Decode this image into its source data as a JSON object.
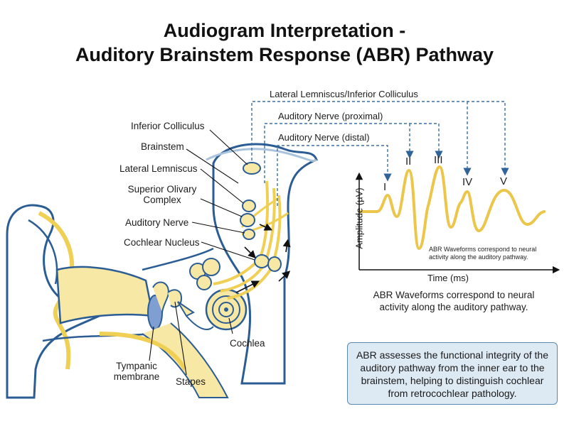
{
  "title": {
    "line1": "Audiogram Interpretation -",
    "line2": "Auditory Brainstem Response (ABR) Pathway"
  },
  "pathway_labels": {
    "lateral_lemniscus_ic": "Lateral Lemniscus/Inferior Colliculus",
    "auditory_nerve_proximal": "Auditory Nerve (proximal)",
    "auditory_nerve_distal": "Auditory Nerve (distal)"
  },
  "anatomy_labels": {
    "inferior_colliculus": "Inferior Colliculus",
    "brainstem": "Brainstem",
    "lateral_lemniscus": "Lateral Lemniscus",
    "superior_olivary_line1": "Superior Olivary",
    "superior_olivary_line2": "Complex",
    "auditory_nerve": "Auditory Nerve",
    "cochlear_nucleus": "Cochlear Nucleus",
    "cochlea": "Cochlea",
    "tympanic_line1": "Tympanic",
    "tympanic_line2": "membrane",
    "stapes": "Stapes"
  },
  "waveform": {
    "peaks": [
      "I",
      "II",
      "III",
      "IV",
      "V"
    ],
    "y_axis_label": "Amplitude (µV)",
    "x_axis_label": "Time (ms)",
    "inner_note": "ABR Waveforms correspond to neural activity along the auditory pathway.",
    "caption_line1": "ABR Waveforms correspond to neural",
    "caption_line2": "activity along the auditory pathway."
  },
  "info_box": {
    "text": "ABR assesses the functional integrity of the auditory pathway from the inner ear to the brainstem, helping to distinguish cochlear from retrocochlear pathology."
  },
  "colors": {
    "outline_blue": "#2b5d94",
    "fill_yellow": "#f7e8a6",
    "nerve_yellow": "#f0cf55",
    "dashed_blue": "#3b6fa3",
    "wave_yellow": "#ecc64a",
    "box_fill": "#dde9f3"
  }
}
